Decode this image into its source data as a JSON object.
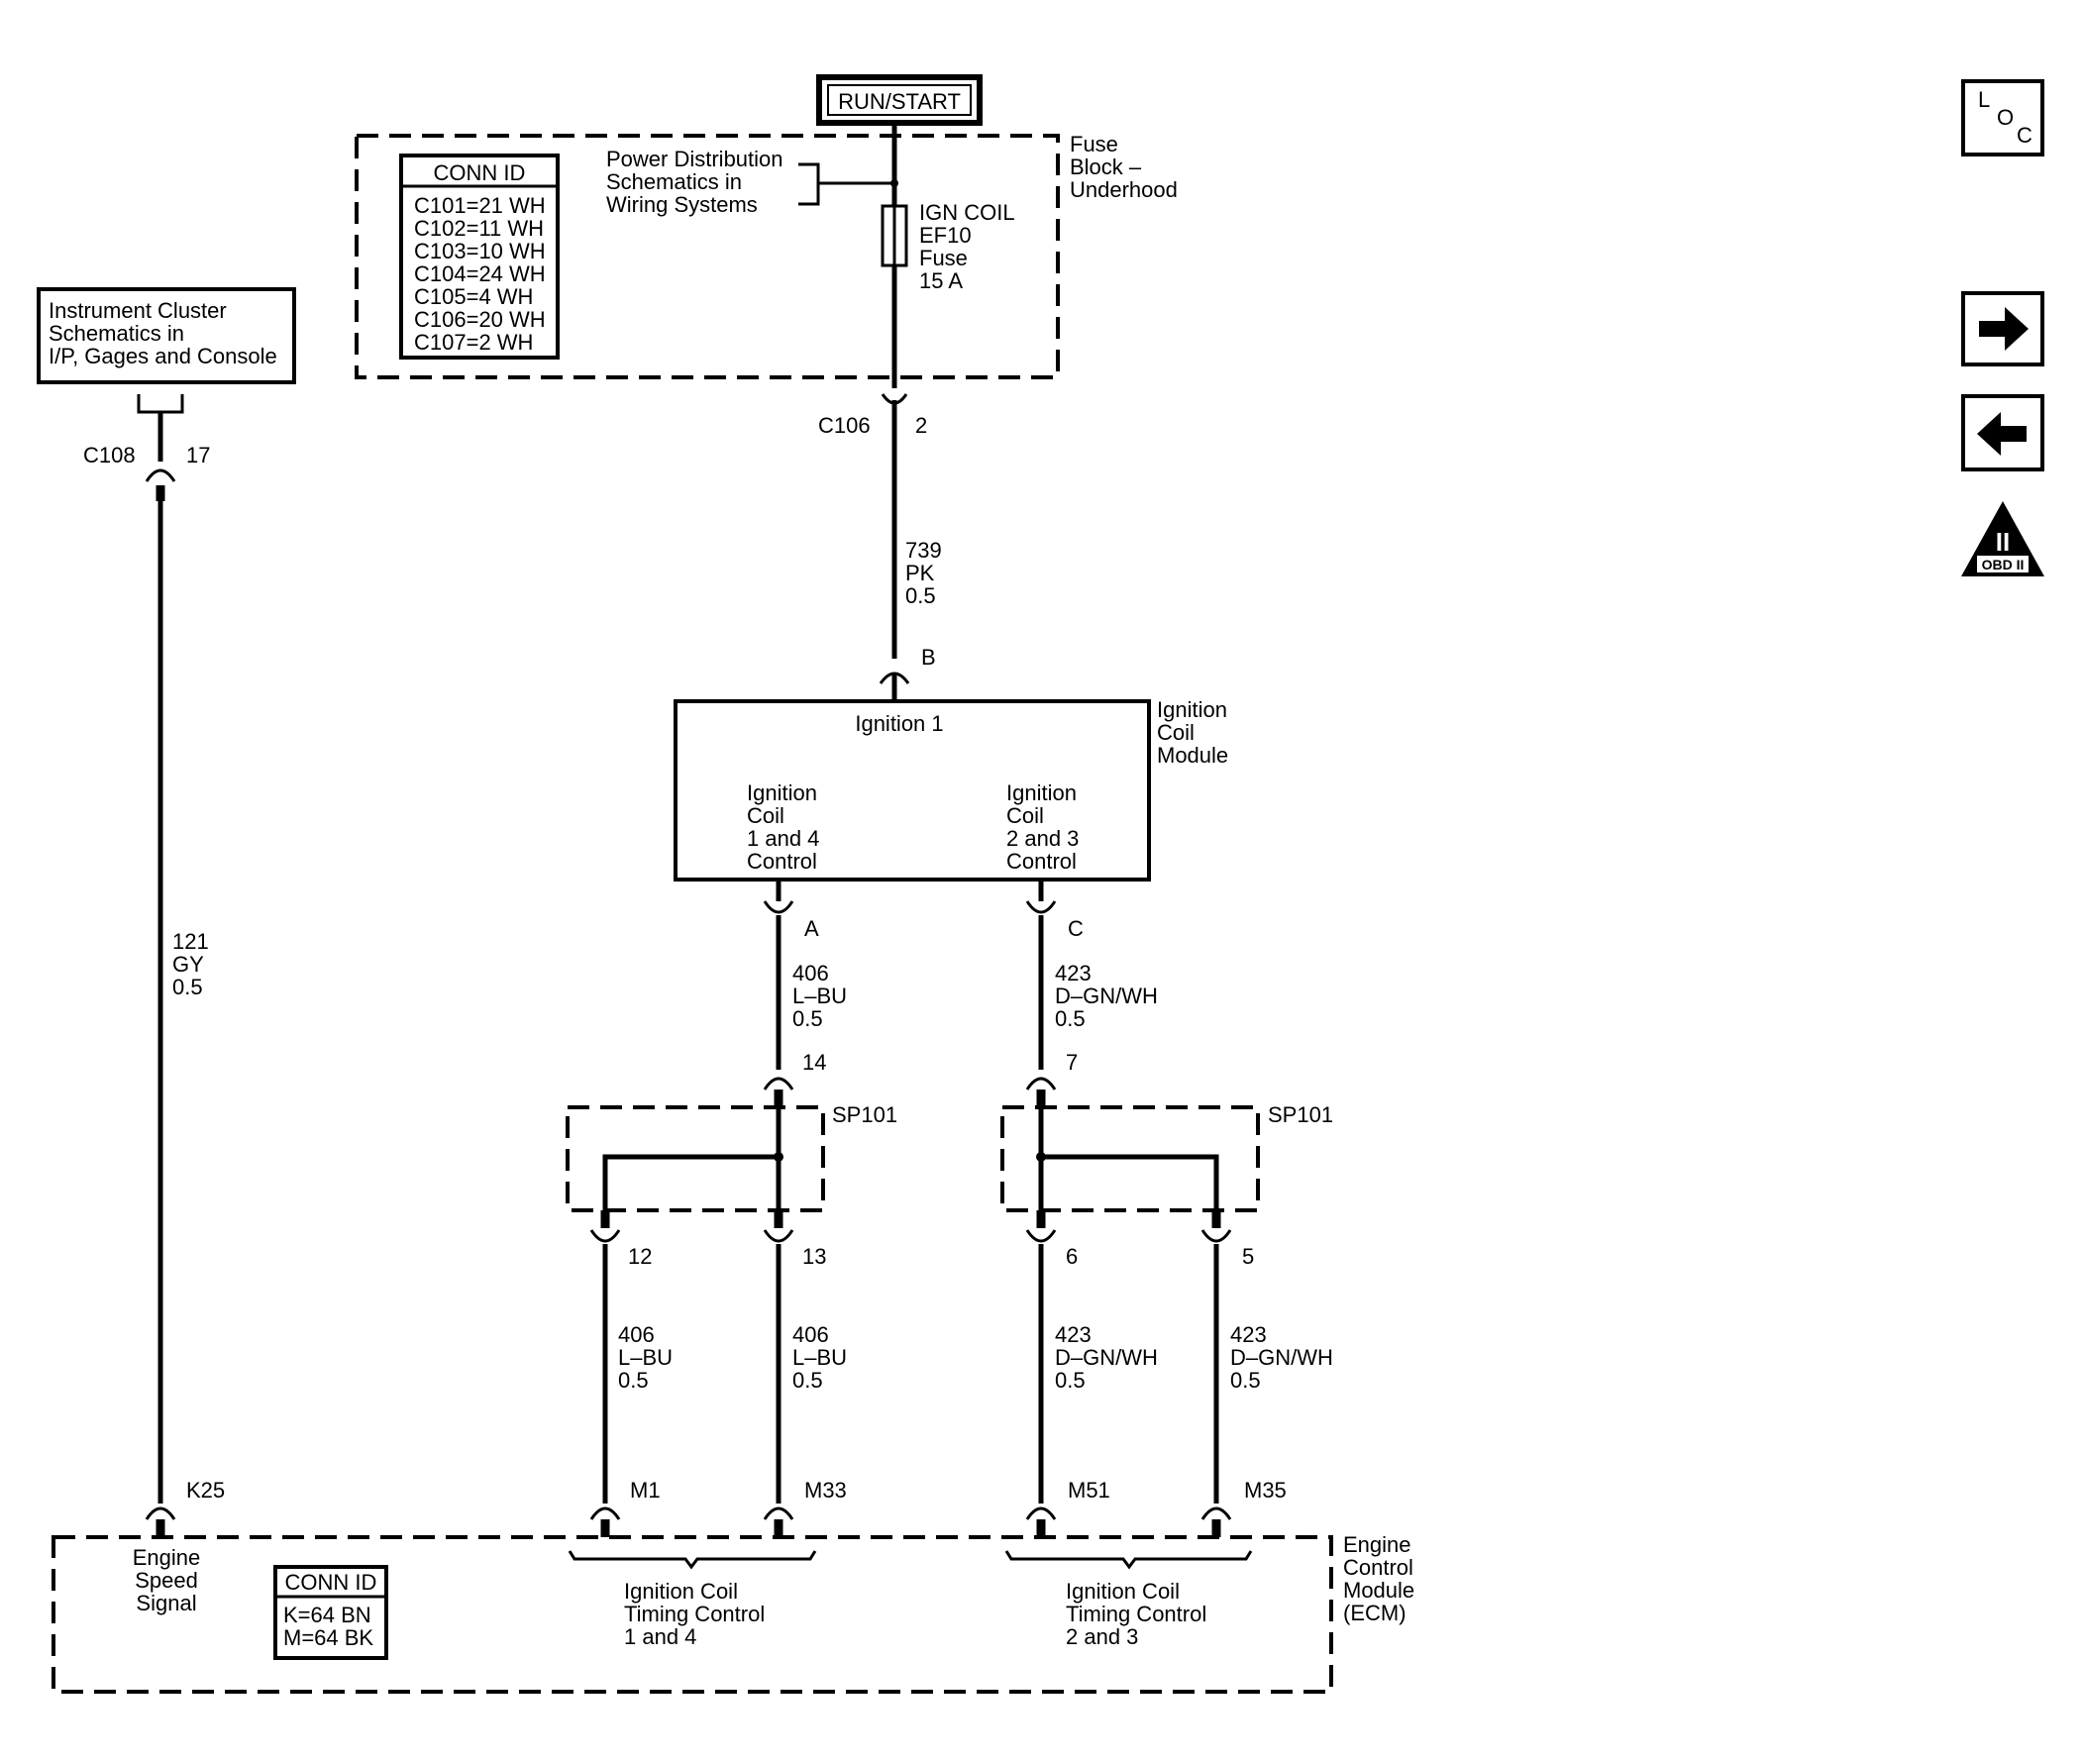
{
  "power_source": "RUN/START",
  "fuse_block": {
    "label_lines": [
      "Fuse",
      "Block –",
      "Underhood"
    ],
    "fuse_lines": [
      "IGN COIL",
      "EF10",
      "Fuse",
      "15 A"
    ],
    "ref_lines": [
      "Power Distribution",
      "Schematics in",
      "Wiring Systems"
    ]
  },
  "conn_id_top": {
    "title": "CONN ID",
    "rows": [
      "C101=21 WH",
      "C102=11 WH",
      "C103=10 WH",
      "C104=24 WH",
      "C105=4 WH",
      "C106=20 WH",
      "C107=2 WH"
    ]
  },
  "instrument_cluster": {
    "lines": [
      "Instrument Cluster",
      "Schematics in",
      "I/P, Gages and Console"
    ]
  },
  "connectors": {
    "c108": "C108",
    "c108_pin": "17",
    "c106": "C106",
    "c106_pin": "2",
    "b": "B",
    "a": "A",
    "c": "C",
    "p14": "14",
    "p7": "7",
    "p12": "12",
    "p13": "13",
    "p6": "6",
    "p5": "5",
    "k25": "K25",
    "m1": "M1",
    "m33": "M33",
    "m51": "M51",
    "m35": "M35"
  },
  "splices": {
    "left": "SP101",
    "right": "SP101"
  },
  "wires": {
    "w121": [
      "121",
      "GY",
      "0.5"
    ],
    "w739": [
      "739",
      "PK",
      "0.5"
    ],
    "w406a": [
      "406",
      "L–BU",
      "0.5"
    ],
    "w423a": [
      "423",
      "D–GN/WH",
      "0.5"
    ],
    "w406b": [
      "406",
      "L–BU",
      "0.5"
    ],
    "w406c": [
      "406",
      "L–BU",
      "0.5"
    ],
    "w423b": [
      "423",
      "D–GN/WH",
      "0.5"
    ],
    "w423c": [
      "423",
      "D–GN/WH",
      "0.5"
    ]
  },
  "ignition_module": {
    "name_lines": [
      "Ignition",
      "Coil",
      "Module"
    ],
    "ignition1": "Ignition 1",
    "ctrl_left": [
      "Ignition",
      "Coil",
      "1 and 4",
      "Control"
    ],
    "ctrl_right": [
      "Ignition",
      "Coil",
      "2 and 3",
      "Control"
    ]
  },
  "ecm": {
    "name_lines": [
      "Engine",
      "Control",
      "Module",
      "(ECM)"
    ],
    "speed_lines": [
      "Engine",
      "Speed",
      "Signal"
    ],
    "timing_left": [
      "Ignition Coil",
      "Timing Control",
      "1 and 4"
    ],
    "timing_right": [
      "Ignition Coil",
      "Timing Control",
      "2 and 3"
    ],
    "conn_title": "CONN ID",
    "conn_rows": [
      "K=64 BN",
      "M=64 BK"
    ]
  },
  "side_icons": {
    "loc": [
      "L",
      "O",
      "C"
    ],
    "next": "arrow-right-icon",
    "prev": "arrow-left-icon",
    "obd_numeral": "II",
    "obd_text": "OBD II"
  }
}
